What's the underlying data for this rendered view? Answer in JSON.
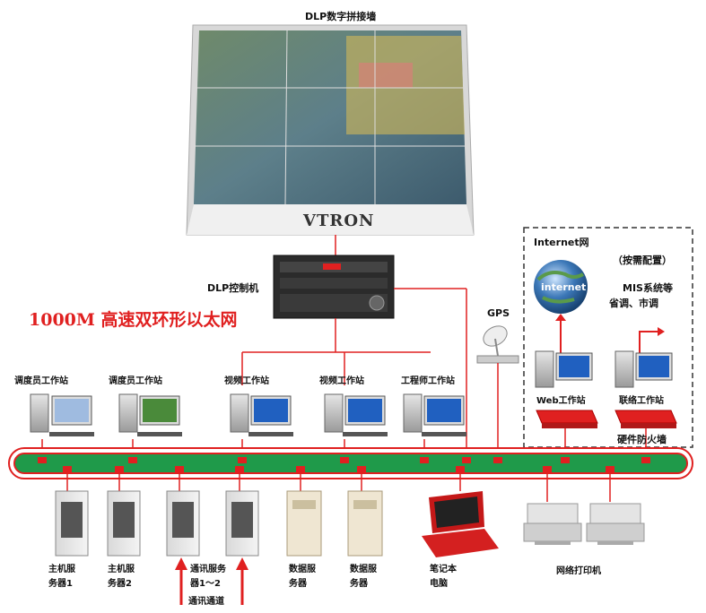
{
  "wall": {
    "title": "DLP数字拼接墙",
    "brand": "VTRON"
  },
  "controller": {
    "label": "DLP控制机"
  },
  "network": {
    "title": "1000M 高速双环形以太网",
    "ring_color": "#1f9a4a",
    "edge_color": "#e02020"
  },
  "gps": {
    "label": "GPS"
  },
  "internet": {
    "label": "Internet网",
    "globe_text": "internet"
  },
  "optional": {
    "label": "（按需配置）"
  },
  "mis": {
    "line1": "MIS系统等",
    "line2": "省调、市调"
  },
  "firewall": {
    "label": "硬件防火墙"
  },
  "top_nodes": [
    {
      "label": "调度员工作站"
    },
    {
      "label": "调度员工作站"
    },
    {
      "label": "视频工作站"
    },
    {
      "label": "视频工作站"
    },
    {
      "label": "工程师工作站"
    },
    {
      "label": "Web工作站"
    },
    {
      "label": "联络工作站"
    }
  ],
  "bottom_nodes": [
    {
      "line1": "主机服",
      "line2": "务器1"
    },
    {
      "line1": "主机服",
      "line2": "务器2"
    },
    {
      "line1": "通讯服务",
      "line2": "器1～2"
    },
    {
      "line1": "数据服",
      "line2": "务器"
    },
    {
      "line1": "数据服",
      "line2": "务器"
    },
    {
      "line1": "笔记本",
      "line2": "电脑"
    },
    {
      "line1": "网络打印机",
      "line2": ""
    }
  ],
  "comm_channel": {
    "label": "通讯通道"
  }
}
